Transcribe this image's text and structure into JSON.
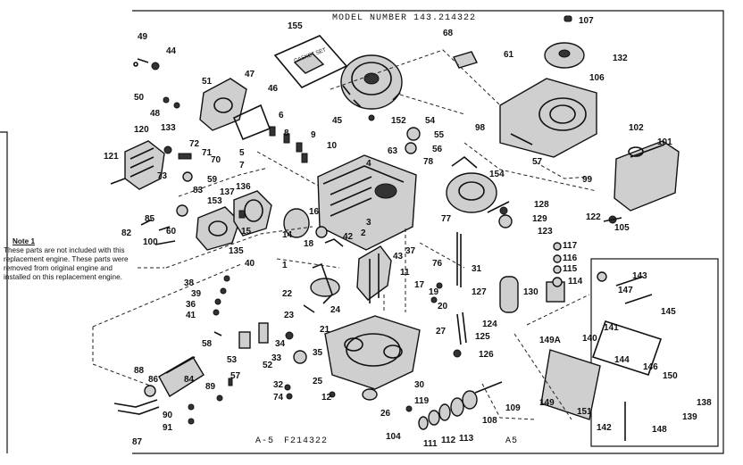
{
  "header": {
    "model_number": "MODEL NUMBER 143.214322"
  },
  "note": {
    "title": "Note 1",
    "text": "These parts are not included with this replacement engine. These parts were removed from original engine and installed on this replacement engine."
  },
  "gasket_set_label": "GASKET SET",
  "footer": {
    "left": "A-5",
    "center": "F214322",
    "right": "A5"
  },
  "part_numbers": [
    "107",
    "155",
    "68",
    "61",
    "132",
    "49",
    "44",
    "47",
    "46",
    "51",
    "50",
    "48",
    "106",
    "45",
    "152",
    "54",
    "55",
    "98",
    "102",
    "101",
    "6",
    "8",
    "9",
    "10",
    "5",
    "4",
    "63",
    "56",
    "78",
    "57",
    "7",
    "120",
    "133",
    "72",
    "71",
    "70",
    "121",
    "73",
    "59",
    "83",
    "136",
    "137",
    "153",
    "16",
    "99",
    "154",
    "128",
    "129",
    "123",
    "105",
    "122",
    "77",
    "117",
    "116",
    "115",
    "114",
    "3",
    "82",
    "85",
    "60",
    "100",
    "15",
    "135",
    "40",
    "14",
    "18",
    "1",
    "42",
    "43",
    "37",
    "76",
    "31",
    "2",
    "11",
    "17",
    "19",
    "20",
    "127",
    "130",
    "143",
    "147",
    "38",
    "39",
    "36",
    "41",
    "22",
    "23",
    "24",
    "21",
    "124",
    "125",
    "126",
    "145",
    "141",
    "149A",
    "140",
    "144",
    "146",
    "150",
    "138",
    "139",
    "58",
    "52",
    "53",
    "34",
    "35",
    "33",
    "32",
    "74",
    "57",
    "27",
    "30",
    "12",
    "25",
    "26",
    "119",
    "108",
    "109",
    "88",
    "86",
    "84",
    "89",
    "90",
    "91",
    "87",
    "104",
    "111",
    "112",
    "113",
    "149",
    "151",
    "142",
    "148"
  ]
}
